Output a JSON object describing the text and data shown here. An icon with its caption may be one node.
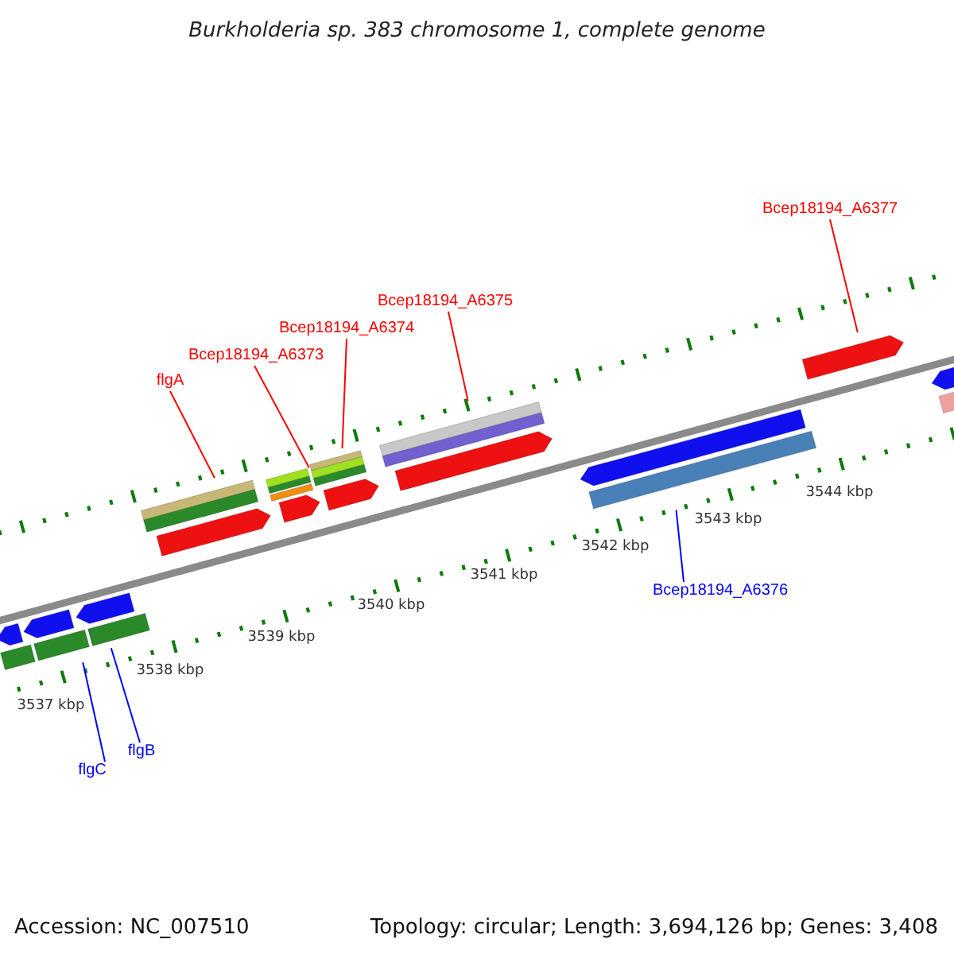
{
  "diagram": {
    "title": "Burkholderia sp. 383 chromosome 1, complete genome",
    "nodes": [
      {
        "text": [
          "flgA"
        ]
      },
      {
        "text": [
          "Bcep18194_A6373"
        ]
      },
      {
        "text": [
          "Bcep18194_A6374"
        ]
      },
      {
        "text": [
          "Bcep18194_A6375"
        ]
      },
      {
        "text": [
          "Bcep18194_A6377"
        ]
      },
      {
        "text": [
          "Bcep18194_A6376"
        ]
      },
      {
        "text": [
          "flgC"
        ]
      },
      {
        "text": [
          "flgB"
        ]
      },
      {
        "text": [],
        "shape": "bar"
      },
      {
        "text": [],
        "shape": "bar"
      },
      {
        "text": [],
        "shape": "bar"
      },
      {
        "text": [],
        "shape": "bar"
      },
      {
        "text": [],
        "shape": "bar"
      },
      {
        "text": [],
        "shape": "bar"
      },
      {
        "text": [],
        "shape": "bar"
      },
      {
        "text": [],
        "shape": "bar"
      },
      {
        "text": [],
        "shape": "bar"
      },
      {
        "text": [],
        "shape": "bar"
      }
    ],
    "edges": [
      {
        "from": 0,
        "to": 11,
        "arrow": "none"
      },
      {
        "from": 1,
        "to": 12,
        "arrow": "none"
      },
      {
        "from": 2,
        "to": 13,
        "arrow": "none"
      },
      {
        "from": 3,
        "to": 14,
        "arrow": "none"
      },
      {
        "from": 4,
        "to": 16,
        "arrow": "none"
      },
      {
        "from": 5,
        "to": 15,
        "arrow": "none",
        "color": "#0000ff"
      },
      {
        "from": 6,
        "to": 9,
        "arrow": "none",
        "color": "#0000ff"
      },
      {
        "from": 7,
        "to": 10,
        "arrow": "none",
        "color": "#0000ff"
      }
    ],
    "labels": [
      "3544 kbp",
      "3543 kbp",
      "3542 kbp",
      "3541 kbp",
      "3540 kbp",
      "3539 kbp",
      "3538 kbp",
      "3537 kbp",
      "Accession: NC_007510",
      "Topology: circular; Length: 3,694,126 bp; Genes: 3,408"
    ]
  }
}
